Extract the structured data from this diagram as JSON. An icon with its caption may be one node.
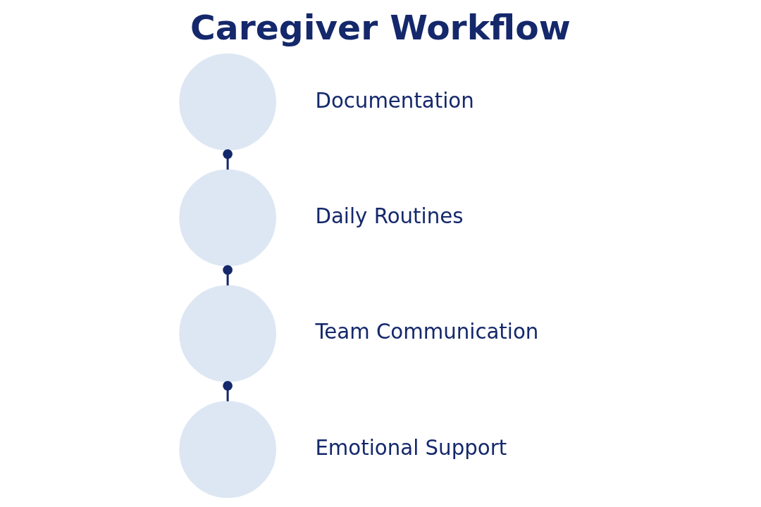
{
  "diagram": {
    "title": "Caregiver Workflow",
    "nodes": [
      {
        "text": [],
        "shape": "circle",
        "beside": [
          "Documentation"
        ]
      },
      {
        "text": [],
        "shape": "circle",
        "beside": [
          "Daily Routines"
        ]
      },
      {
        "text": [],
        "shape": "circle",
        "beside": [
          "Team Communication"
        ]
      },
      {
        "text": [],
        "shape": "circle",
        "beside": [
          "Emotional Support"
        ]
      }
    ],
    "edges": [
      {
        "from": 0,
        "to": 1,
        "arrow": "other"
      },
      {
        "from": 1,
        "to": 2,
        "arrow": "other"
      },
      {
        "from": 2,
        "to": 3,
        "arrow": "other"
      }
    ]
  }
}
